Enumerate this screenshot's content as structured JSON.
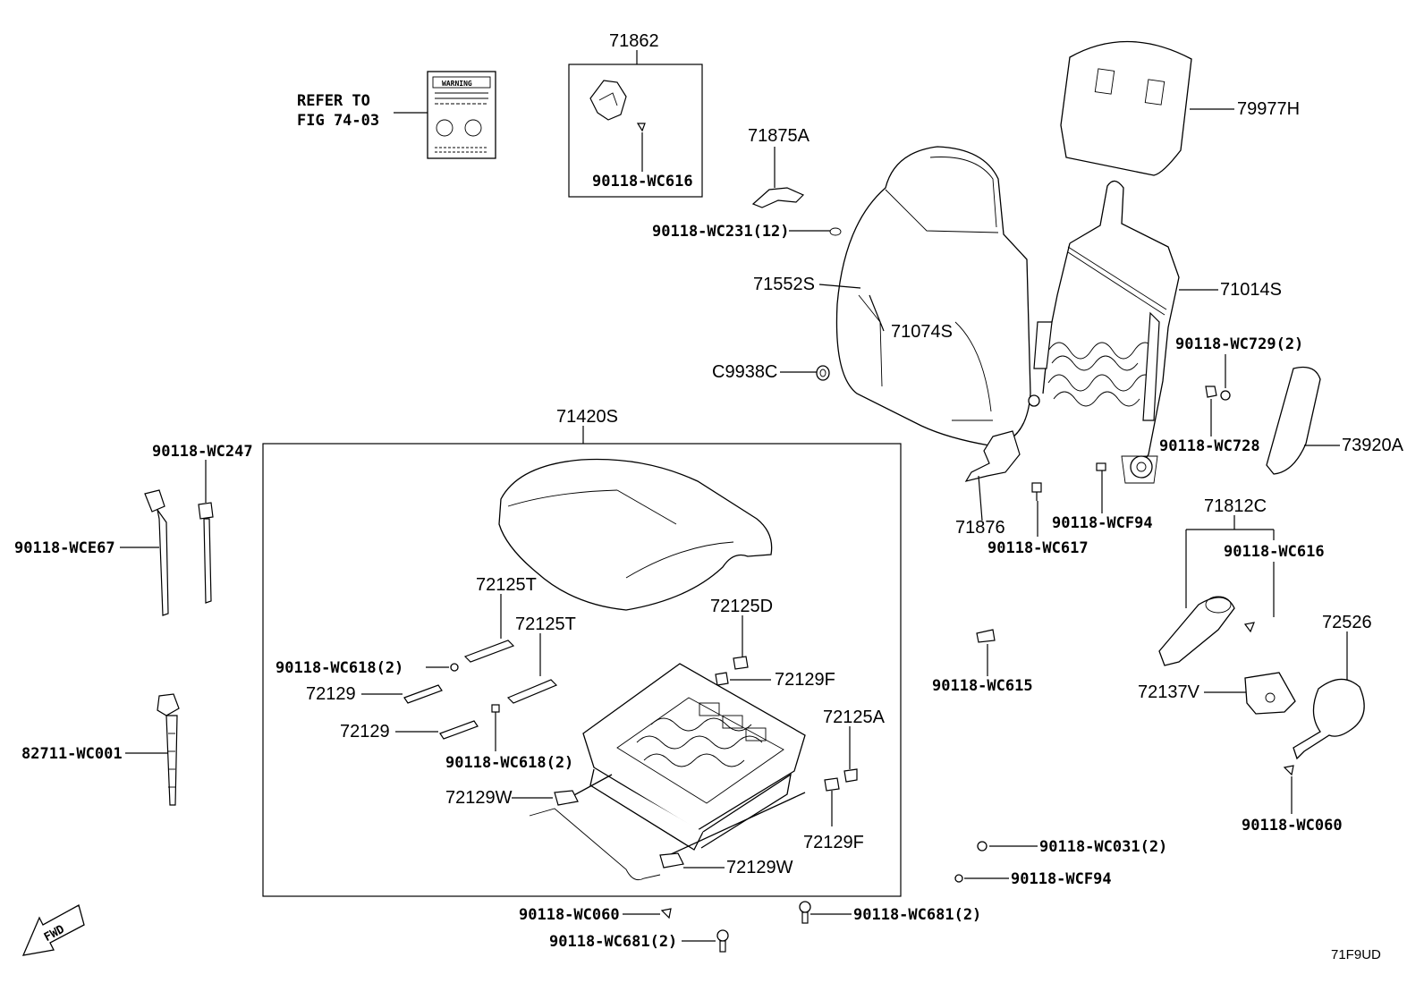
{
  "refer_note": {
    "line1": "REFER TO",
    "line2": "FIG 74-03",
    "warning_label": "WARNING"
  },
  "labels": {
    "p71862": "71862",
    "p90118_wc616_top": "90118-WC616",
    "p71875a": "71875A",
    "p90118_wc231": "90118-WC231(12)",
    "p79977h": "79977H",
    "p71014s": "71014S",
    "p71552s": "71552S",
    "p71074s": "71074S",
    "p90118_wc729": "90118-WC729(2)",
    "pc9938c": "C9938C",
    "p90118_wc728": "90118-WC728",
    "p73920a": "73920A",
    "p71420s": "71420S",
    "p90118_wc247": "90118-WC247",
    "p90118_wce67": "90118-WCE67",
    "p71876": "71876",
    "p90118_wcf94_a": "90118-WCF94",
    "p90118_wc617": "90118-WC617",
    "p71812c": "71812C",
    "p90118_wc616_right": "90118-WC616",
    "p72125t_a": "72125T",
    "p72125t_b": "72125T",
    "p72125d": "72125D",
    "p90118_wc618_a": "90118-WC618(2)",
    "p72129_a": "72129",
    "p72129f_a": "72129F",
    "p72129_b": "72129",
    "p72125a": "72125A",
    "p90118_wc618_b": "90118-WC618(2)",
    "p90118_wc615": "90118-WC615",
    "p72526": "72526",
    "p72137v": "72137V",
    "p82711_wc001": "82711-WC001",
    "p72129w_a": "72129W",
    "p72129f_b": "72129F",
    "p72129w_b": "72129W",
    "p90118_wc031": "90118-WC031(2)",
    "p90118_wc060_right": "90118-WC060",
    "p90118_wcf94_b": "90118-WCF94",
    "p90118_wc060_bottom": "90118-WC060",
    "p90118_wc681_a": "90118-WC681(2)",
    "p90118_wc681_b": "90118-WC681(2)"
  },
  "fwd_arrow": "FWD",
  "figure_code": "71F9UD"
}
